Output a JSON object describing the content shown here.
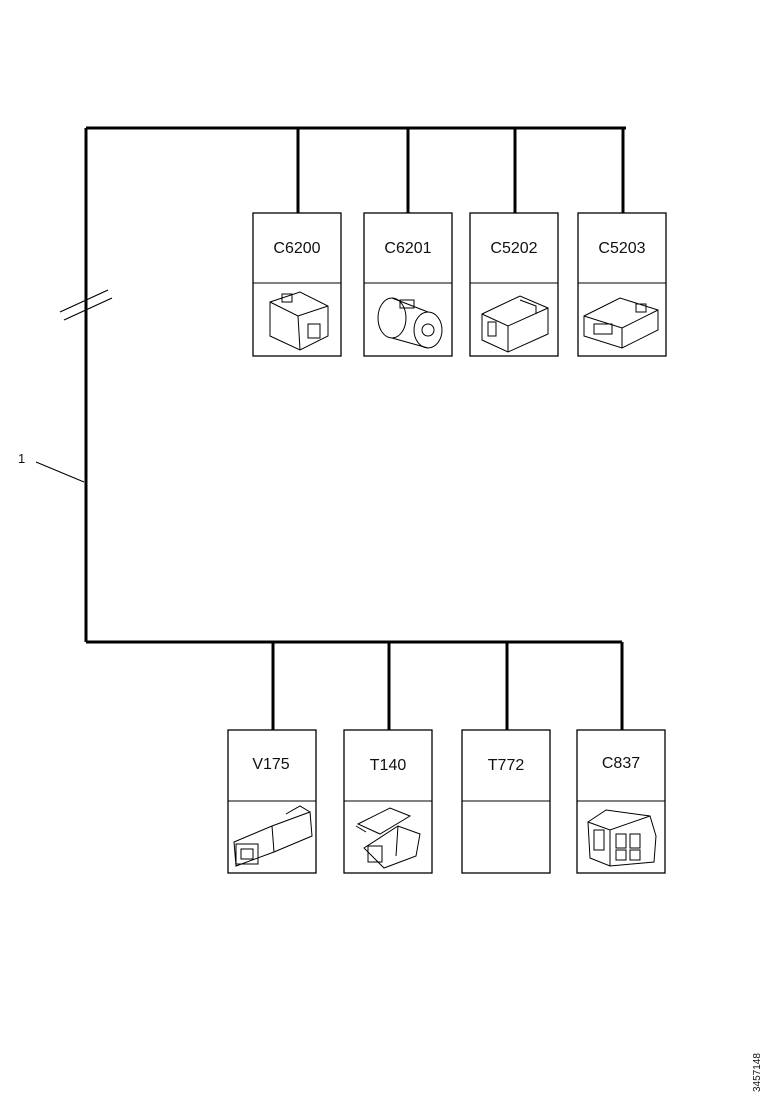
{
  "harness": {
    "callout": "1"
  },
  "top_connectors": [
    {
      "id": "C6200",
      "image": "connector-rect-icon"
    },
    {
      "id": "C6201",
      "image": "connector-round-icon"
    },
    {
      "id": "C5202",
      "image": "connector-latch-icon"
    },
    {
      "id": "C5203",
      "image": "connector-flat-icon"
    }
  ],
  "bottom_connectors": [
    {
      "id": "V175",
      "image": "connector-inline-icon"
    },
    {
      "id": "T140",
      "image": "connector-angled-icon"
    },
    {
      "id": "T772",
      "image": ""
    },
    {
      "id": "C837",
      "image": "connector-block-icon"
    }
  ],
  "figure_code": "3457148"
}
